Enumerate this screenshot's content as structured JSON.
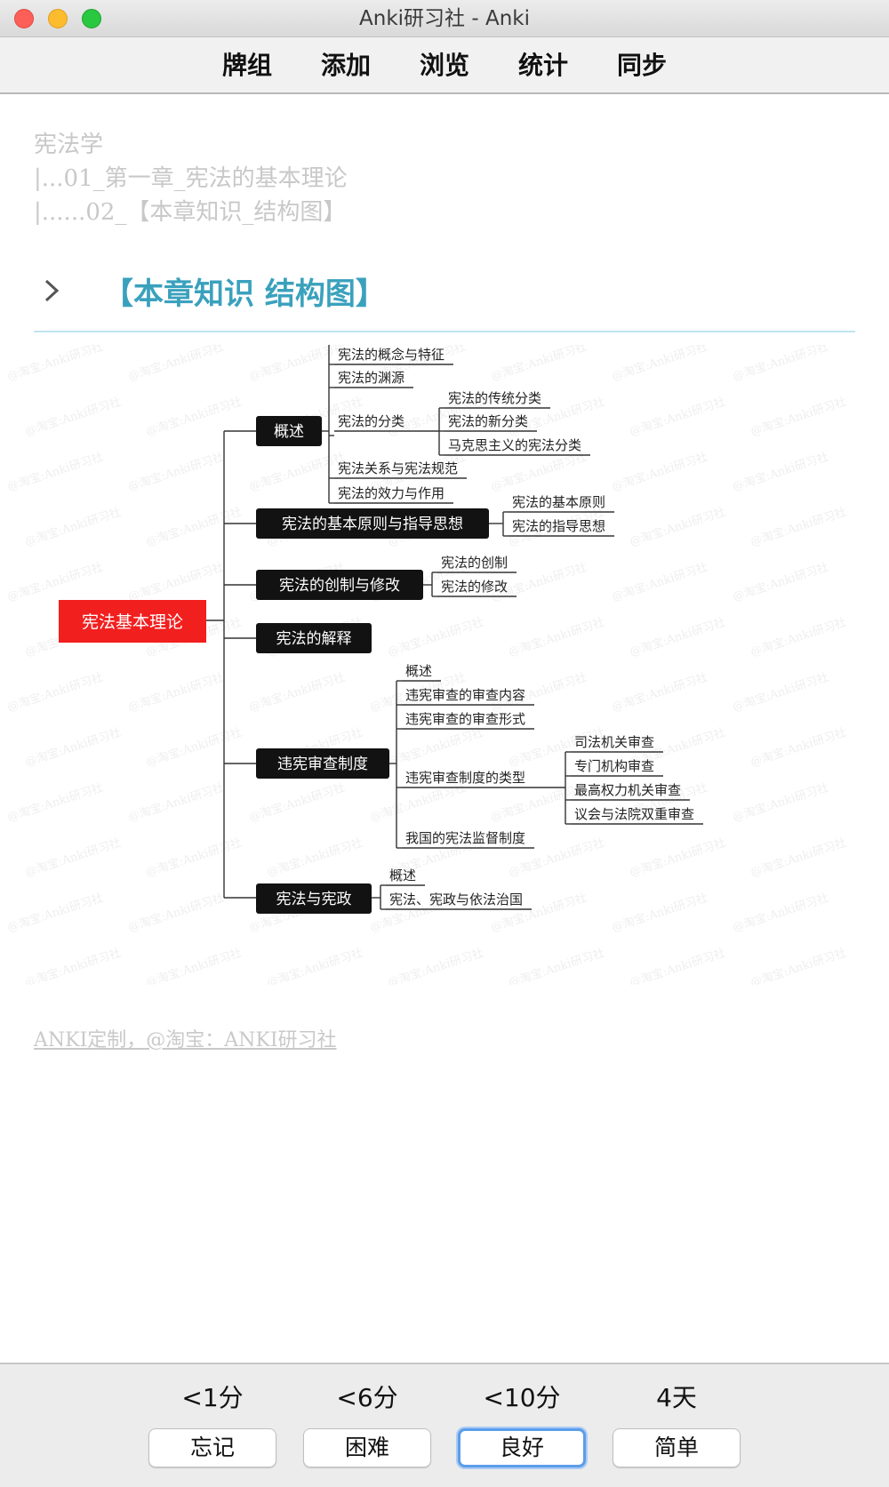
{
  "window": {
    "title": "Anki研习社 - Anki"
  },
  "toolbar": {
    "items": [
      "牌组",
      "添加",
      "浏览",
      "统计",
      "同步"
    ]
  },
  "breadcrumb": [
    "宪法学",
    "|...01_第一章_宪法的基本理论",
    "|......02_【本章知识_结构图】"
  ],
  "section": {
    "title": "【本章知识 结构图】",
    "chevron_icon": "chevron-right-icon"
  },
  "mindmap": {
    "root": "宪法基本理论",
    "watermark": "@淘宝:Anki研习社",
    "colors": {
      "root": "#f21f1f",
      "node": "#121212",
      "line": "#333333",
      "heading": "#3aa1bd"
    },
    "branches": [
      {
        "label": "概述",
        "children": [
          "宪法的概念与特征",
          "宪法的渊源",
          "宪法的分类",
          "宪法关系与宪法规范",
          "宪法的效力与作用"
        ],
        "sub": [
          "宪法的传统分类",
          "宪法的新分类",
          "马克思主义的宪法分类"
        ]
      },
      {
        "label": "宪法的基本原则与指导思想",
        "children": [
          "宪法的基本原则",
          "宪法的指导思想"
        ]
      },
      {
        "label": "宪法的创制与修改",
        "children": [
          "宪法的创制",
          "宪法的修改"
        ]
      },
      {
        "label": "宪法的解释",
        "children": []
      },
      {
        "label": "违宪审查制度",
        "children": [
          "概述",
          "违宪审查的审查内容",
          "违宪审查的审查形式",
          "违宪审查制度的类型",
          "我国的宪法监督制度"
        ],
        "sub": [
          "司法机关审查",
          "专门机构审查",
          "最高权力机关审查",
          "议会与法院双重审查"
        ]
      },
      {
        "label": "宪法与宪政",
        "children": [
          "概述",
          "宪法、宪政与依法治国"
        ]
      }
    ]
  },
  "footer": {
    "link": "ANKI定制，@淘宝：ANKI研习社"
  },
  "answers": [
    {
      "interval": "<1分",
      "label": "忘记"
    },
    {
      "interval": "<6分",
      "label": "困难"
    },
    {
      "interval": "<10分",
      "label": "良好",
      "focused": true
    },
    {
      "interval": "4天",
      "label": "简单"
    }
  ]
}
